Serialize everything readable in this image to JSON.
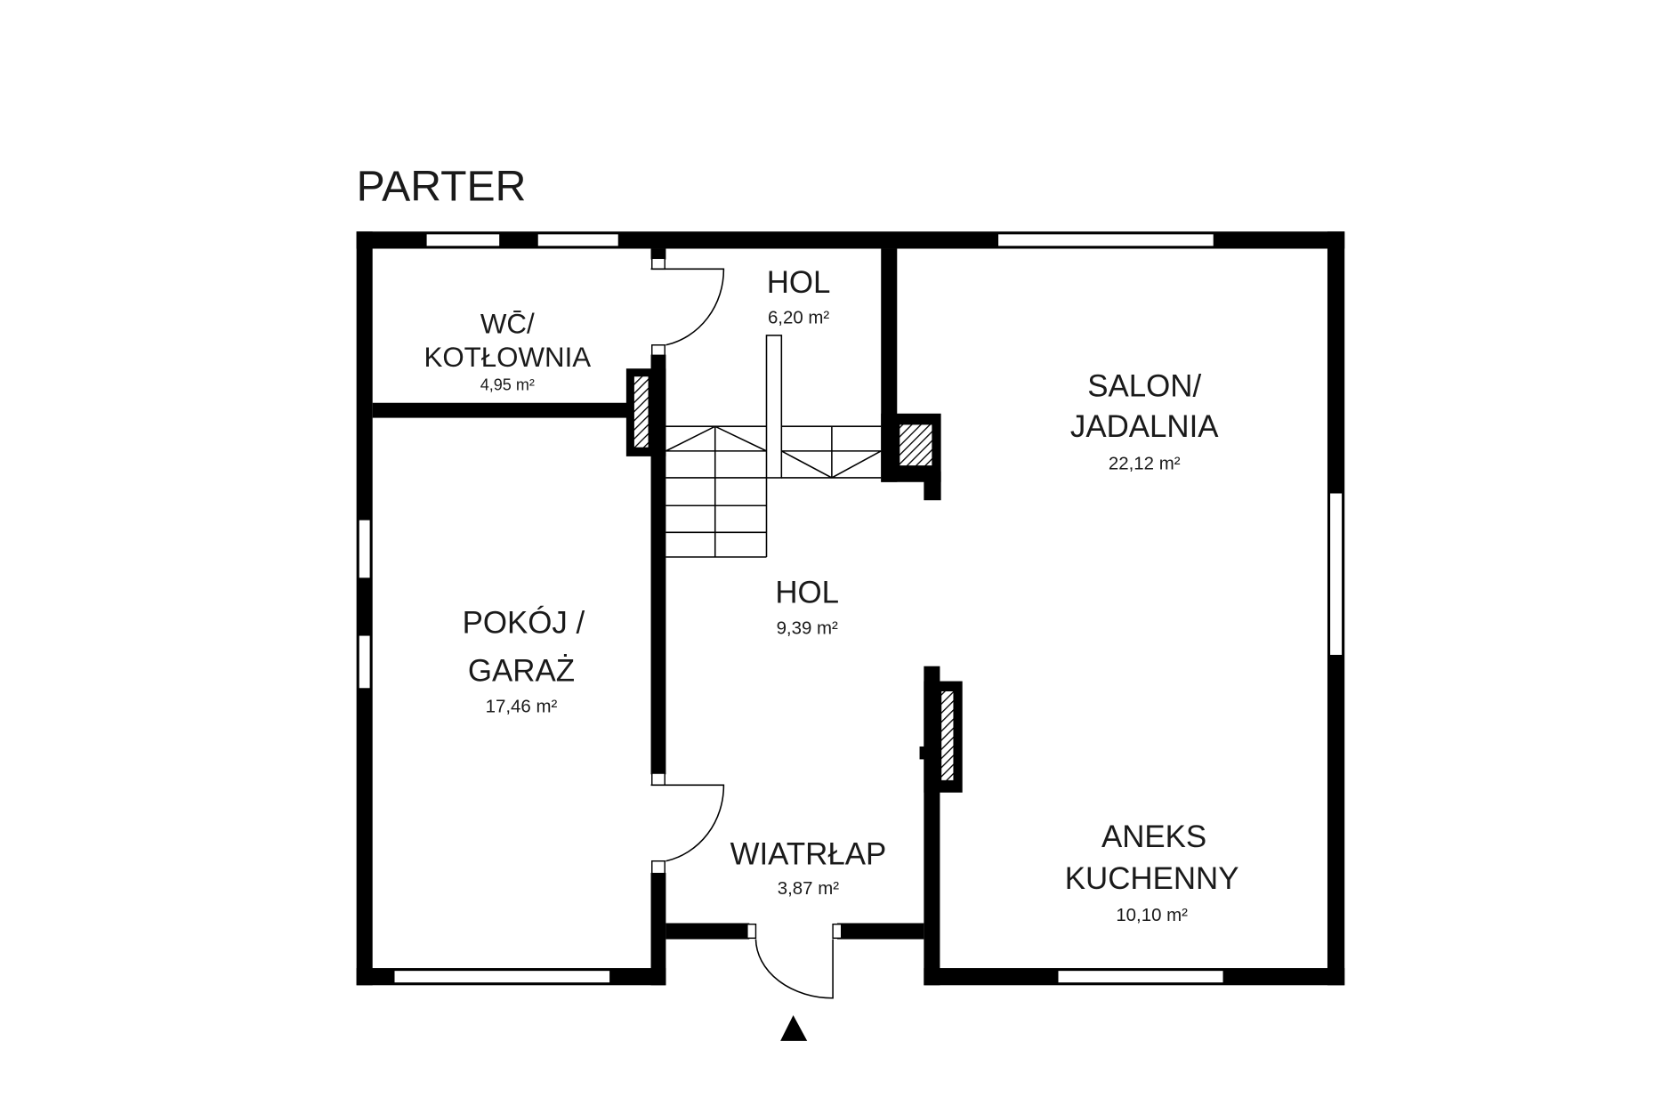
{
  "title": "PARTER",
  "rooms": {
    "hol_upper": {
      "name": "HOL",
      "area": "6,20 m²"
    },
    "wc": {
      "name_line1": "WC̄/",
      "name_line2": "KOTŁOWNIA",
      "area": "4,95 m²"
    },
    "salon": {
      "name_line1": "SALON/",
      "name_line2": "JADALNIA",
      "area": "22,12 m²"
    },
    "hol_lower": {
      "name": "HOL",
      "area": "9,39 m²"
    },
    "pokoj": {
      "name_line1": "POKÓJ /",
      "name_line2": "GARAŻ",
      "area": "17,46 m²"
    },
    "wiatrolap": {
      "name": "WIATRŁAP",
      "area": "3,87 m²"
    },
    "aneks": {
      "name_line1": "ANEKS",
      "name_line2": "KUCHENNY",
      "area": "10,10 m²"
    }
  },
  "colors": {
    "wall": "#000000",
    "background": "#ffffff"
  }
}
